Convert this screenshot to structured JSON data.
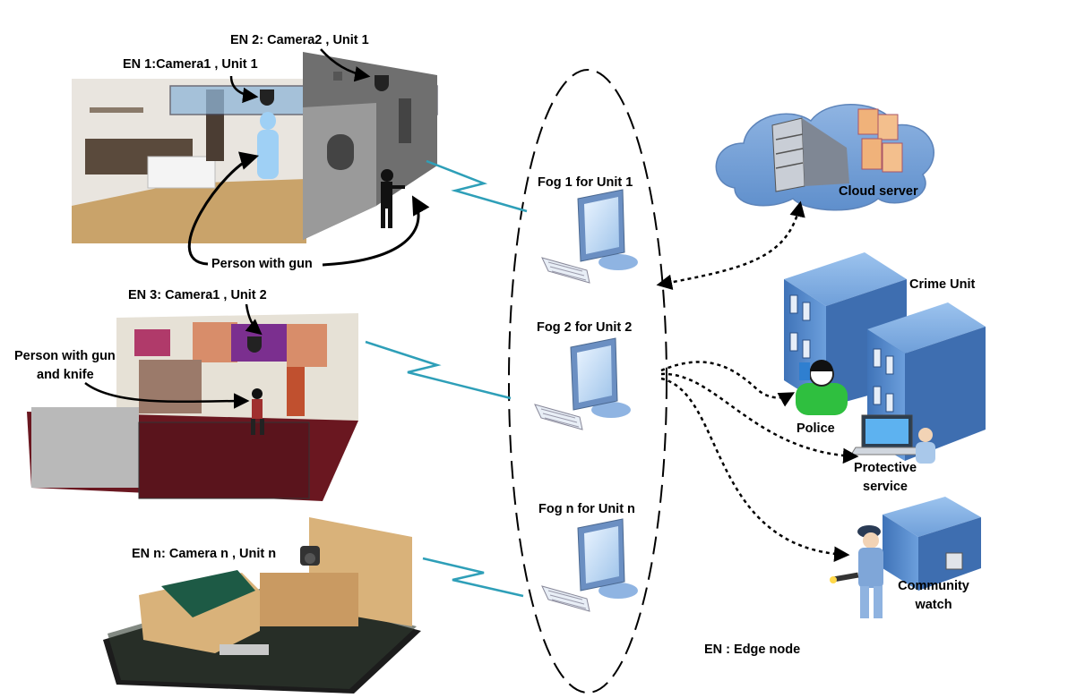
{
  "edge_nodes": {
    "en1": "EN 1:Camera1 , Unit 1",
    "en2": "EN 2: Camera2 , Unit 1",
    "en3": "EN 3: Camera1 , Unit 2",
    "enn": "EN n: Camera n , Unit n"
  },
  "persons": {
    "unit1": "Person with gun",
    "unit2_line1": "Person with gun",
    "unit2_line2": "and knife"
  },
  "fog_nodes": {
    "fog1": "Fog 1 for Unit 1",
    "fog2": "Fog 2 for Unit 2",
    "fogn": "Fog n for Unit n"
  },
  "services": {
    "cloud": "Cloud server",
    "crime": "Crime Unit",
    "police": "Police",
    "protective_line1": "Protective",
    "protective_line2": "service",
    "community_line1": "Community",
    "community_line2": "watch"
  },
  "legend": "EN : Edge node",
  "colors": {
    "server_blue": "#5b8fd0",
    "cloud_blue": "#7fa7d8",
    "link_blue": "#2e9fb8",
    "police_green": "#2fbf3f"
  }
}
